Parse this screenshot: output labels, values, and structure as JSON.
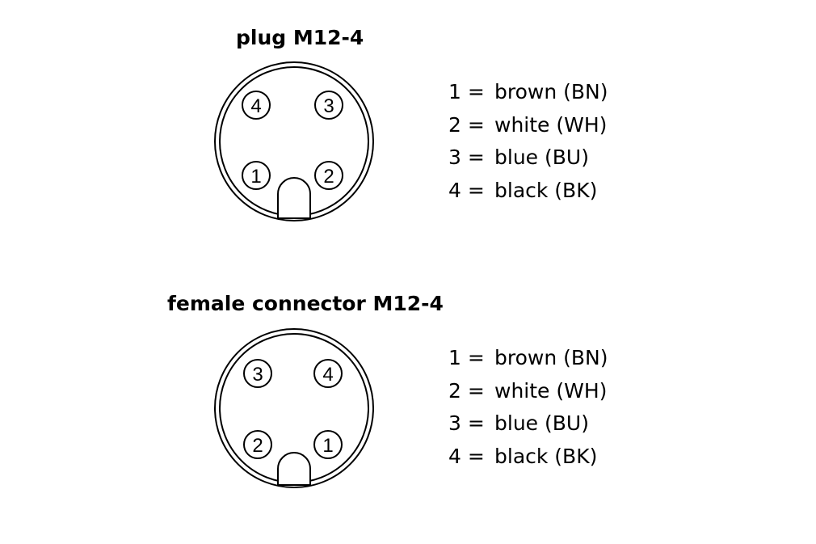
{
  "diagrams": [
    {
      "title": "plug M12-4",
      "pins": [
        {
          "pos": "top-left",
          "label": "4"
        },
        {
          "pos": "top-right",
          "label": "3"
        },
        {
          "pos": "bottom-left",
          "label": "1"
        },
        {
          "pos": "bottom-right",
          "label": "2"
        }
      ],
      "legend": [
        {
          "num": "1 =",
          "desc": "brown (BN)"
        },
        {
          "num": "2 =",
          "desc": "white (WH)"
        },
        {
          "num": "3 =",
          "desc": "blue (BU)"
        },
        {
          "num": "4 =",
          "desc": "black (BK)"
        }
      ]
    },
    {
      "title": "female connector M12-4",
      "pins": [
        {
          "pos": "top-left",
          "label": "3"
        },
        {
          "pos": "top-right",
          "label": "4"
        },
        {
          "pos": "bottom-left",
          "label": "2"
        },
        {
          "pos": "bottom-right",
          "label": "1"
        }
      ],
      "legend": [
        {
          "num": "1 =",
          "desc": "brown (BN)"
        },
        {
          "num": "2 =",
          "desc": "white (WH)"
        },
        {
          "num": "3 =",
          "desc": "blue (BU)"
        },
        {
          "num": "4 =",
          "desc": "black (BK)"
        }
      ]
    }
  ]
}
